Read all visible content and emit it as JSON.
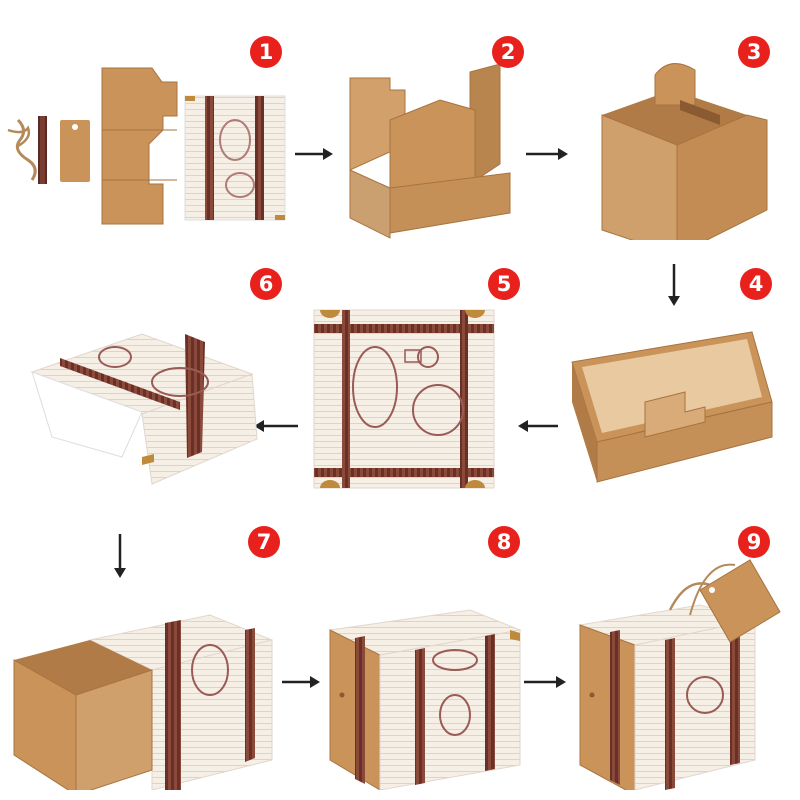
{
  "steps": [
    {
      "number": "1"
    },
    {
      "number": "2"
    },
    {
      "number": "3"
    },
    {
      "number": "4"
    },
    {
      "number": "5"
    },
    {
      "number": "6"
    },
    {
      "number": "7"
    },
    {
      "number": "8"
    },
    {
      "number": "9"
    }
  ],
  "colors": {
    "badge": "#e8211d",
    "kraft": "#c9935a",
    "kraft_dark": "#a8733f",
    "paper": "#f6efe6",
    "stripe": "#6b2f2a",
    "gold": "#c08a3c",
    "stamp": "#9a5a55"
  }
}
